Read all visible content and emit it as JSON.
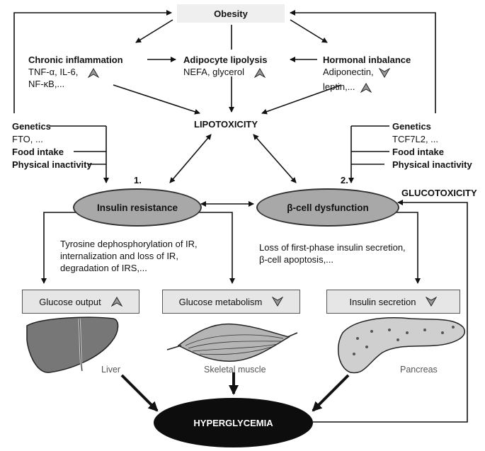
{
  "obesity": "Obesity",
  "chronic": {
    "title": "Chronic inflammation",
    "line1": "TNF-α, IL-6,",
    "line2": "NF-κB,..."
  },
  "lipolysis": {
    "title": "Adipocyte lipolysis",
    "line1": "NEFA, glycerol"
  },
  "hormonal": {
    "title": "Hormonal inbalance",
    "line1": "Adiponectin,",
    "line2": "leptin,..."
  },
  "lipotoxicity": "LIPOTOXICITY",
  "left_factors": {
    "genetics": "Genetics",
    "genes": "FTO, ...",
    "food": "Food intake",
    "activity": "Physical inactivity"
  },
  "right_factors": {
    "genetics": "Genetics",
    "genes": "TCF7L2, ...",
    "food": "Food intake",
    "activity": "Physical inactivity"
  },
  "num1": "1.",
  "num2": "2.",
  "insulin_resistance": "Insulin resistance",
  "beta_cell": "β-cell dysfunction",
  "glucotoxicity": "GLUCOTOXICITY",
  "ir_mechanisms": {
    "line1": "Tyrosine dephosphorylation of IR,",
    "line2": "internalization and loss of IR,",
    "line3": "degradation of IRS,..."
  },
  "beta_mechanisms": {
    "line1": "Loss of first-phase insulin secretion,",
    "line2": "β-cell apoptosis,..."
  },
  "glucose_output": "Glucose output",
  "glucose_metabolism": "Glucose metabolism",
  "insulin_secretion": "Insulin secretion",
  "liver": "Liver",
  "muscle": "Skeletal muscle",
  "pancreas": "Pancreas",
  "hyperglycemia": "HYPERGLYCEMIA",
  "colors": {
    "oval": "#a8a8a8",
    "box": "#e6e6e6",
    "hyper": "#0d0d0d",
    "liver": "#777777",
    "muscle": "#b5b5b5",
    "pancreas": "#cfcfcf"
  },
  "icons": {
    "increase": "up-triangle-icon",
    "decrease": "down-triangle-icon"
  }
}
